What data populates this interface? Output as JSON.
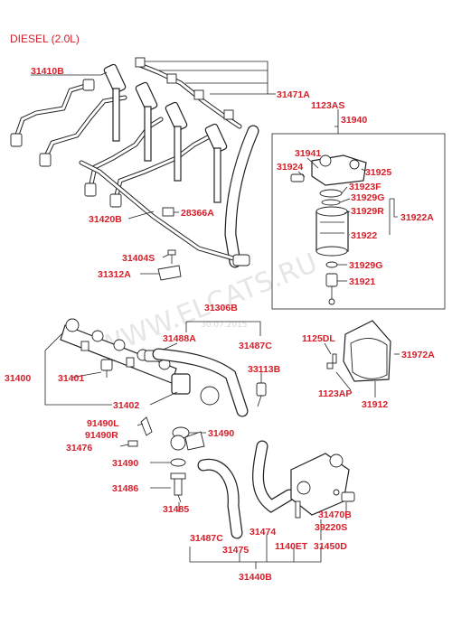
{
  "title": "DIESEL (2.0L)",
  "watermark": {
    "text": "WWW.ELCATS.RU",
    "date": "30.07.2015"
  },
  "labels": {
    "p31410B": "31410B",
    "p31471A": "31471A",
    "p1123AS": "1123AS",
    "p31940": "31940",
    "p31941": "31941",
    "p31924": "31924",
    "p31925": "31925",
    "p31923F": "31923F",
    "p31929G_a": "31929G",
    "p31929R": "31929R",
    "p31922A": "31922A",
    "p31922": "31922",
    "p31929G_b": "31929G",
    "p31921": "31921",
    "p31420B": "31420B",
    "p28366A": "28366A",
    "p31404S": "31404S",
    "p31312A": "31312A",
    "p31306B": "31306B",
    "p31488A": "31488A",
    "p31487C_a": "31487C",
    "p33113B": "33113B",
    "p1125DL": "1125DL",
    "p31972A": "31972A",
    "p1123AP": "1123AP",
    "p31912": "31912",
    "p31400": "31400",
    "p31401": "31401",
    "p31402": "31402",
    "p91490L": "91490L",
    "p91490R": "91490R",
    "p31476": "31476",
    "p31490_a": "31490",
    "p31490_b": "31490",
    "p31486": "31486",
    "p31485": "31485",
    "p31487C_b": "31487C",
    "p31475": "31475",
    "p31474": "31474",
    "p31470B": "31470B",
    "p39220S": "39220S",
    "p1140ET": "1140ET",
    "p31450D": "31450D",
    "p31440B": "31440B"
  }
}
